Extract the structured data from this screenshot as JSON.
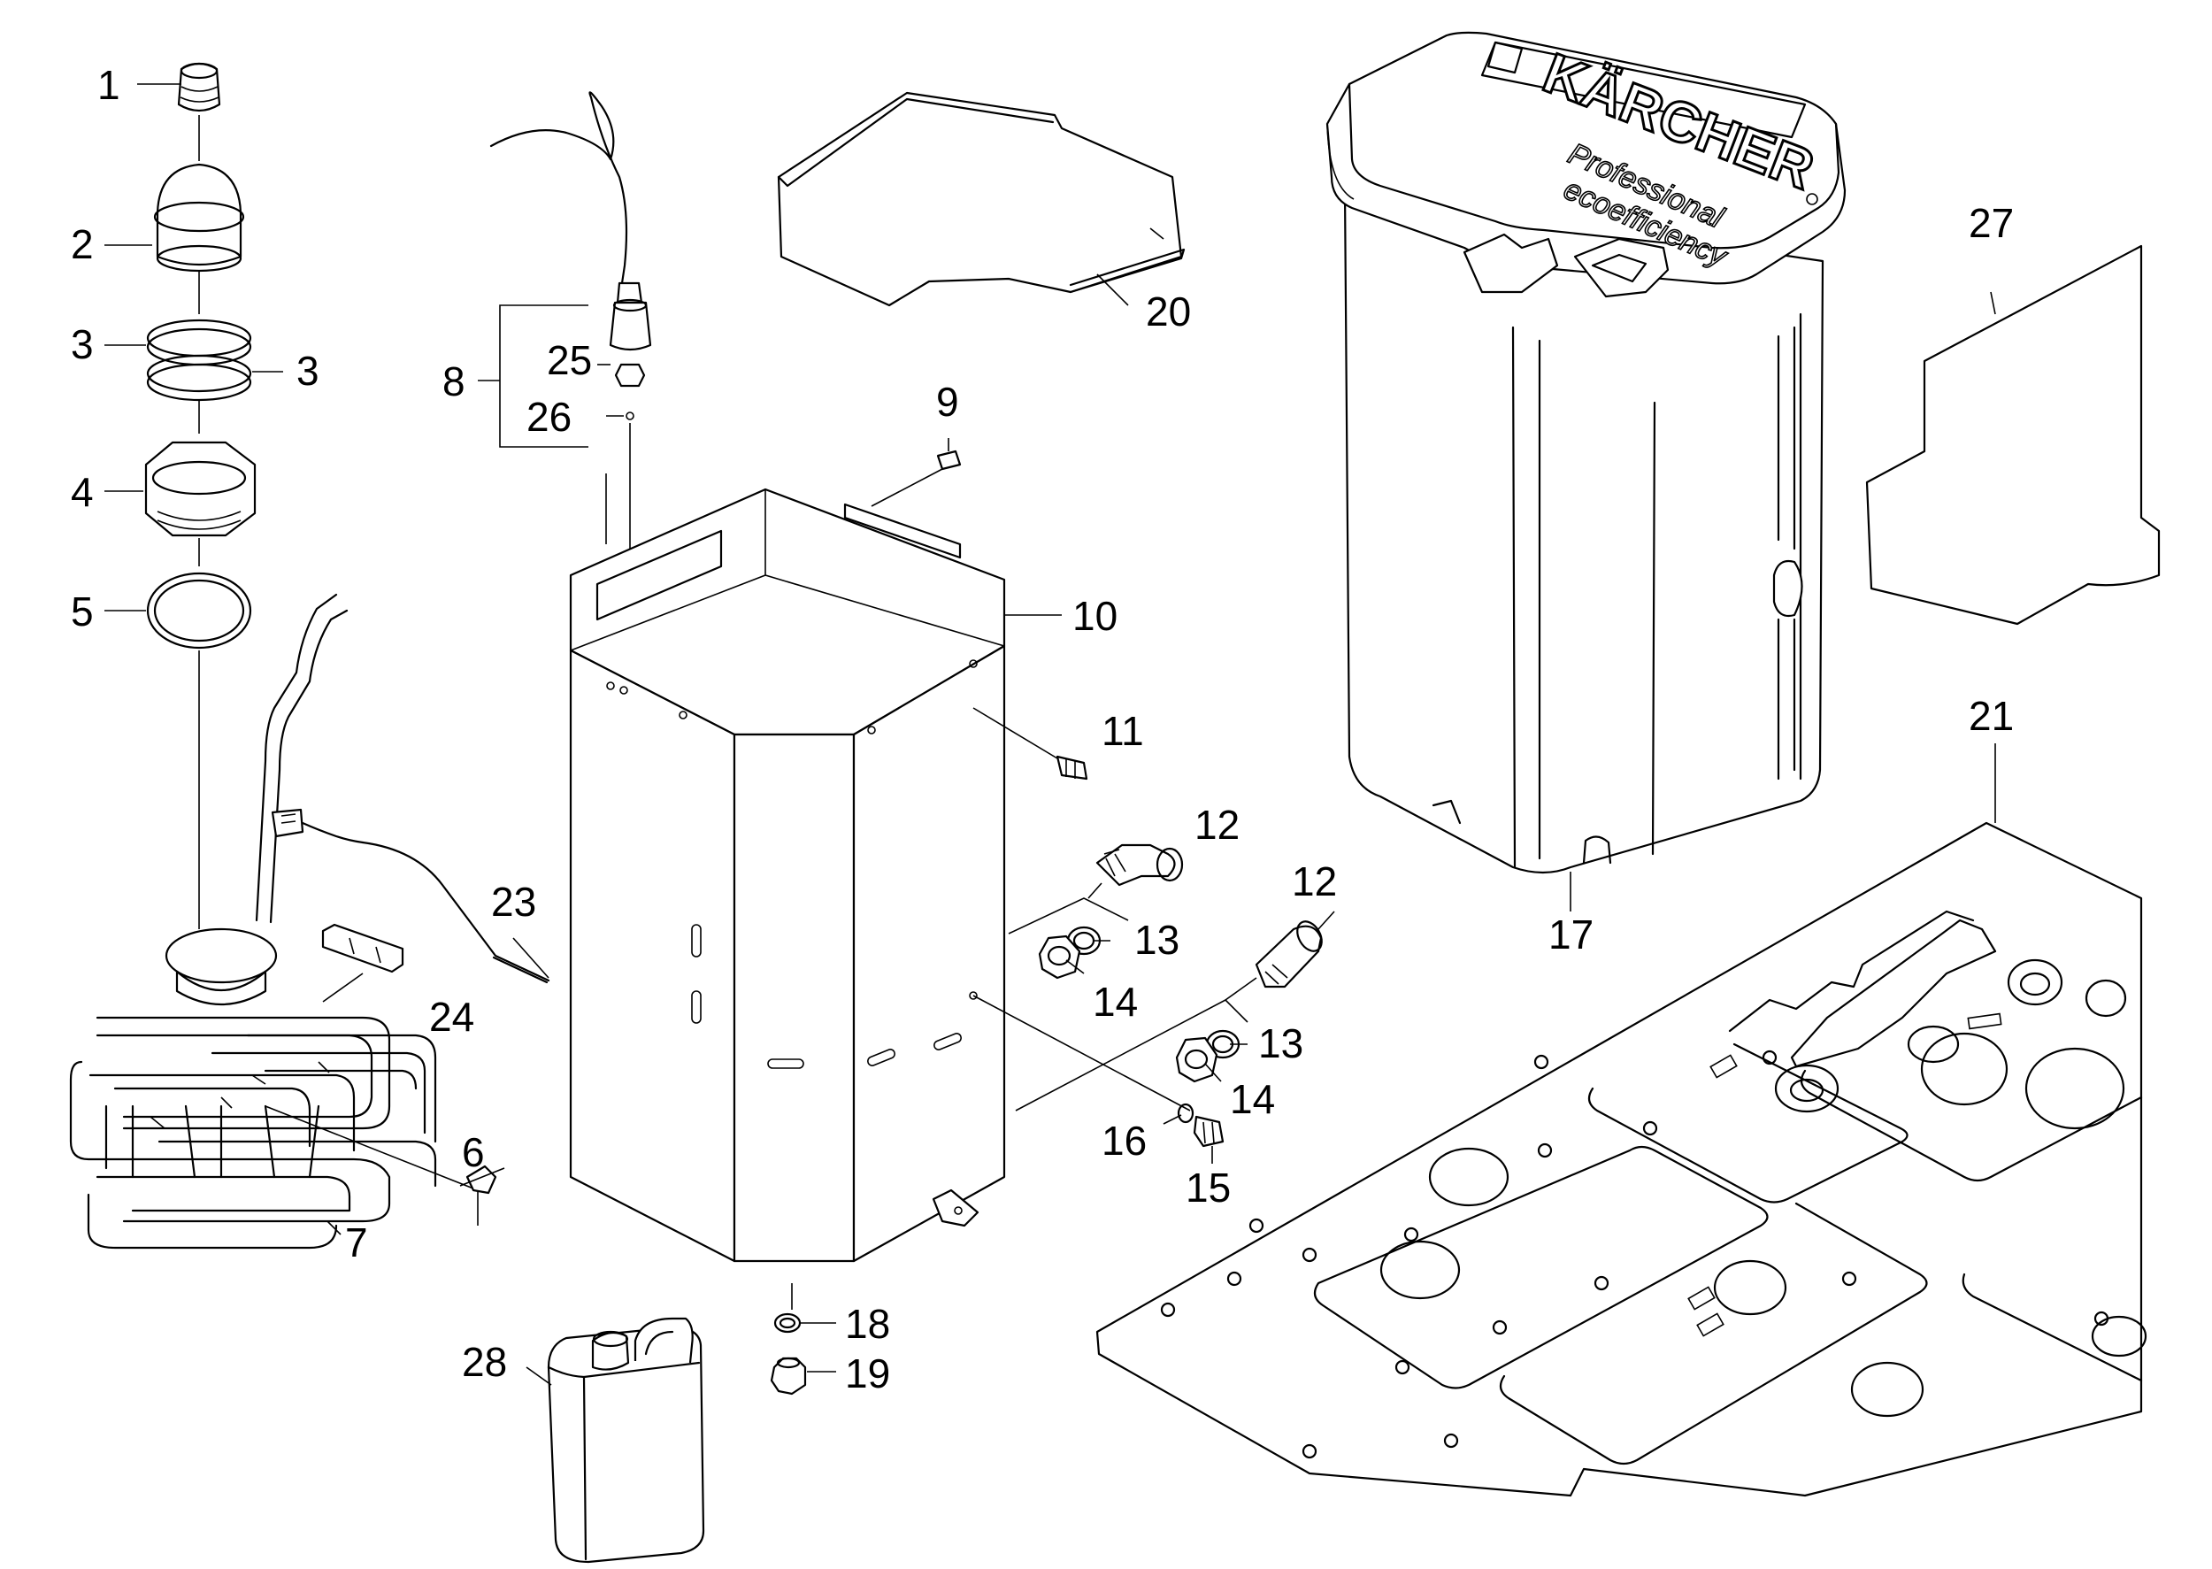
{
  "parts": [
    {
      "id": "p1",
      "label": "1"
    },
    {
      "id": "p2",
      "label": "2"
    },
    {
      "id": "p3a",
      "label": "3"
    },
    {
      "id": "p3b",
      "label": "3"
    },
    {
      "id": "p4",
      "label": "4"
    },
    {
      "id": "p5",
      "label": "5"
    },
    {
      "id": "p6",
      "label": "6"
    },
    {
      "id": "p7",
      "label": "7"
    },
    {
      "id": "p8",
      "label": "8"
    },
    {
      "id": "p9",
      "label": "9"
    },
    {
      "id": "p10",
      "label": "10"
    },
    {
      "id": "p11",
      "label": "11"
    },
    {
      "id": "p12a",
      "label": "12"
    },
    {
      "id": "p12b",
      "label": "12"
    },
    {
      "id": "p13a",
      "label": "13"
    },
    {
      "id": "p13b",
      "label": "13"
    },
    {
      "id": "p14a",
      "label": "14"
    },
    {
      "id": "p14b",
      "label": "14"
    },
    {
      "id": "p15",
      "label": "15"
    },
    {
      "id": "p16",
      "label": "16"
    },
    {
      "id": "p17",
      "label": "17"
    },
    {
      "id": "p18",
      "label": "18"
    },
    {
      "id": "p19",
      "label": "19"
    },
    {
      "id": "p20",
      "label": "20"
    },
    {
      "id": "p21",
      "label": "21"
    },
    {
      "id": "p23",
      "label": "23"
    },
    {
      "id": "p24",
      "label": "24"
    },
    {
      "id": "p25",
      "label": "25"
    },
    {
      "id": "p26",
      "label": "26"
    },
    {
      "id": "p27",
      "label": "27"
    },
    {
      "id": "p28",
      "label": "28"
    }
  ],
  "tank_branding": {
    "brand": "KÄRCHER",
    "line1": "Professional",
    "line2": "ecoefficiency"
  }
}
